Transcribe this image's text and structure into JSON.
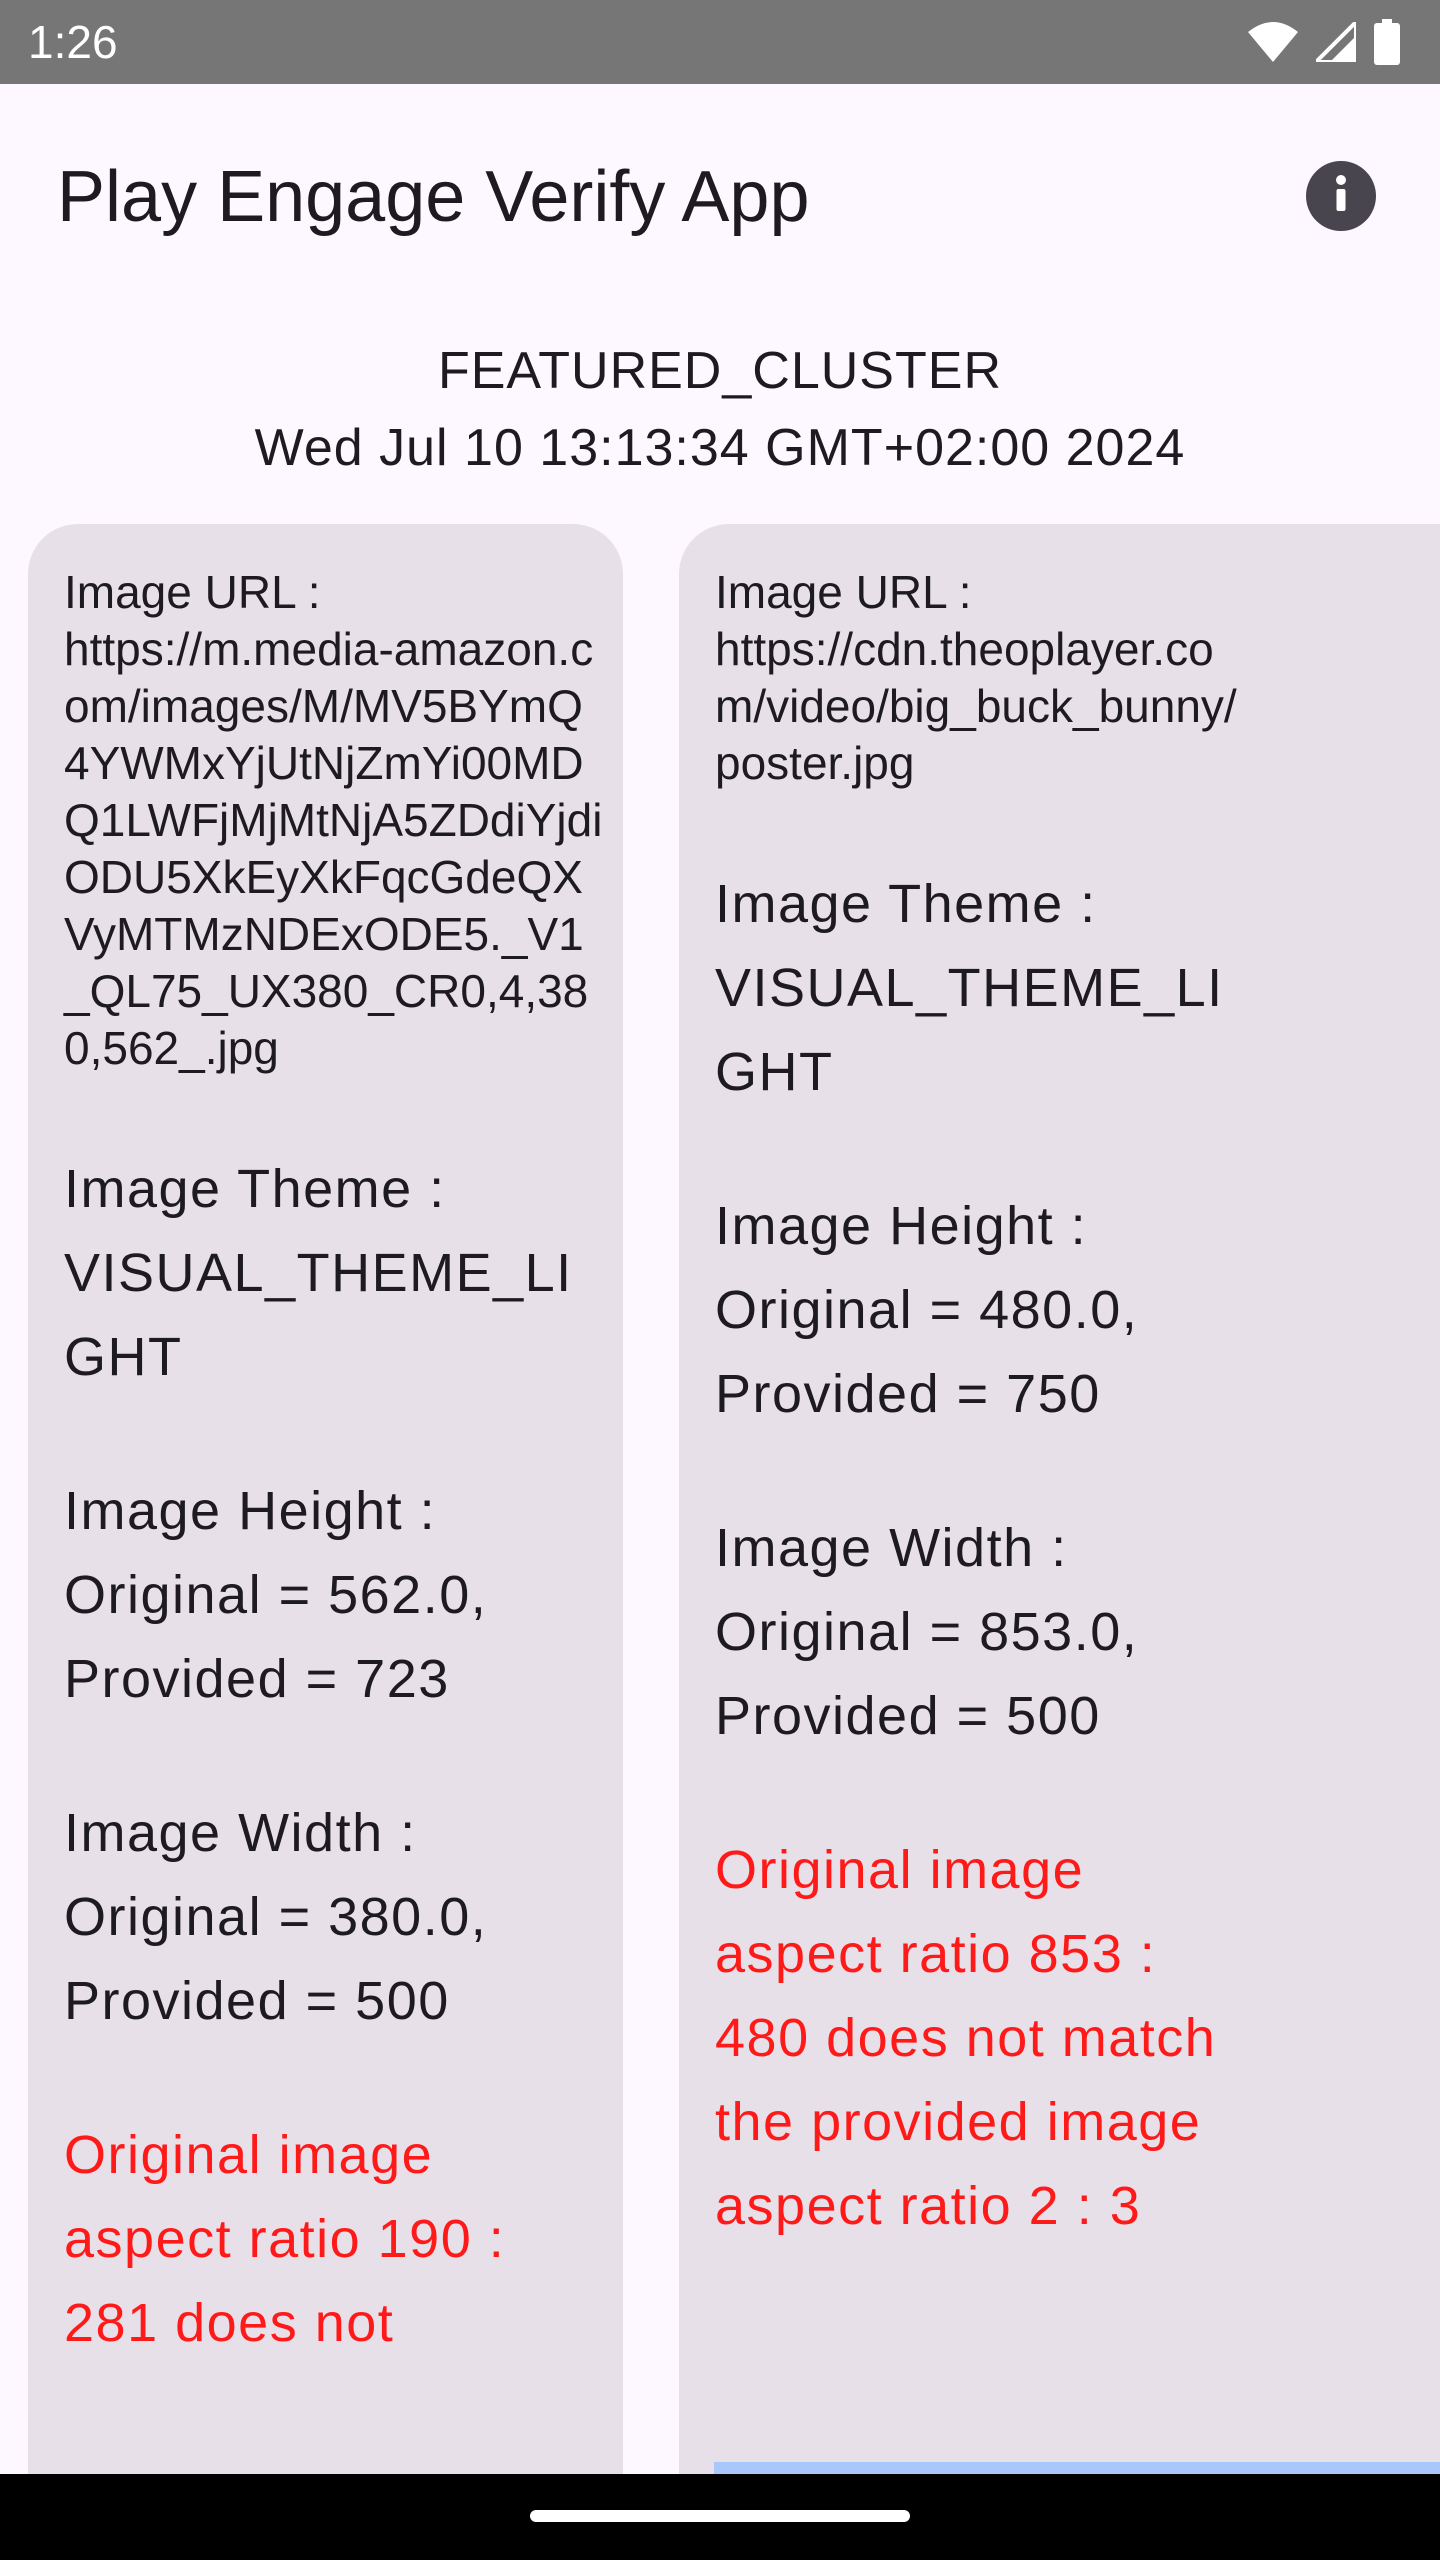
{
  "status_bar": {
    "time": "1:26",
    "icons": [
      "wifi-icon",
      "cellular-signal-icon",
      "battery-icon"
    ]
  },
  "app_bar": {
    "title": "Play Engage Verify App",
    "info_icon": "info-icon"
  },
  "header": {
    "cluster_name": "FEATURED_CLUSTER",
    "date": "Wed Jul 10 13:13:34 GMT+02:00 2024"
  },
  "cards": [
    {
      "url_label": "Image URL :",
      "url_value": "https://m.media-amazon.com/images/M/MV5BYmQ4YWMxYjUtNjZmYi00MDQ1LWFjMjMtNjA5ZDdiYjdiODU5XkEyXkFqcGdeQXVyMTMzNDExODE5._V1_QL75_UX380_CR0,4,380,562_.jpg",
      "theme_label": "Image Theme :",
      "theme_value": "VISUAL_THEME_LIGHT",
      "height_label": "Image Height :",
      "height_original": "Original = 562.0,",
      "height_provided": "Provided = 723",
      "width_label": "Image Width :",
      "width_original": "Original = 380.0,",
      "width_provided": "Provided = 500",
      "error": "Original image aspect ratio 190 : 281 does not"
    },
    {
      "url_label": "Image URL :",
      "url_value": "https://cdn.theoplayer.com/video/big_buck_bunny/poster.jpg",
      "theme_label": "Image Theme :",
      "theme_value": "VISUAL_THEME_LIGHT",
      "height_label": "Image Height :",
      "height_original": "Original = 480.0,",
      "height_provided": "Provided = 750",
      "width_label": "Image Width :",
      "width_original": "Original = 853.0,",
      "width_provided": "Provided = 500",
      "error": "Original image aspect ratio 853 : 480 does not match the provided image aspect ratio 2 : 3"
    }
  ],
  "colors": {
    "status_bar": "#767676",
    "background": "#fdf7ff",
    "card": "#e7e0e8",
    "error_text": "#ff1a1a",
    "info_button": "#48454e",
    "progress_strip": "#a8c7fa"
  }
}
